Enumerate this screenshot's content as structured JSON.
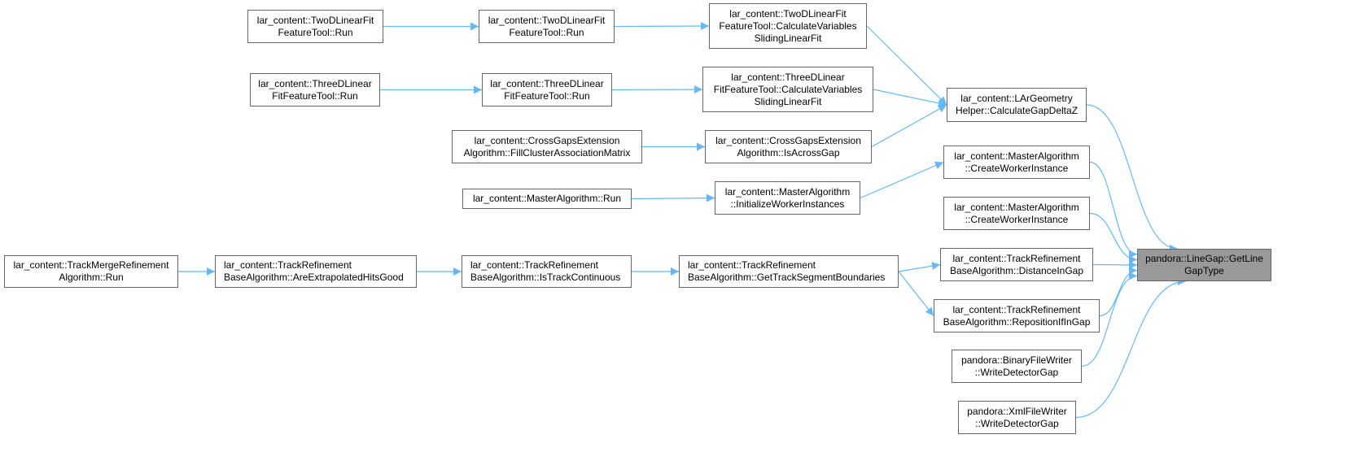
{
  "nodes": {
    "target": [
      "pandora::LineGap::GetLine",
      "GapType"
    ],
    "calcGapDeltaZ": [
      "lar_content::LArGeometry",
      "Helper::CalculateGapDeltaZ"
    ],
    "createWorker1": [
      "lar_content::MasterAlgorithm",
      "::CreateWorkerInstance"
    ],
    "createWorker2": [
      "lar_content::MasterAlgorithm",
      "::CreateWorkerInstance"
    ],
    "distanceInGap": [
      "lar_content::TrackRefinement",
      "BaseAlgorithm::DistanceInGap"
    ],
    "repositionIfInGap": [
      "lar_content::TrackRefinement",
      "BaseAlgorithm::RepositionIfInGap"
    ],
    "binaryWriteDetectorGap": [
      "pandora::BinaryFileWriter",
      "::WriteDetectorGap"
    ],
    "xmlWriteDetectorGap": [
      "pandora::XmlFileWriter",
      "::WriteDetectorGap"
    ],
    "twoDCalcVars": [
      "lar_content::TwoDLinearFit",
      "FeatureTool::CalculateVariables",
      "SlidingLinearFit"
    ],
    "threeDCalcVars": [
      "lar_content::ThreeDLinear",
      "FitFeatureTool::CalculateVariables",
      "SlidingLinearFit"
    ],
    "isAcrossGap": [
      "lar_content::CrossGapsExtension",
      "Algorithm::IsAcrossGap"
    ],
    "initWorkerInstances": [
      "lar_content::MasterAlgorithm",
      "::InitializeWorkerInstances"
    ],
    "getTrackSegmentBoundaries": [
      "lar_content::TrackRefinement",
      "BaseAlgorithm::GetTrackSegmentBoundaries"
    ],
    "twoDRun2": [
      "lar_content::TwoDLinearFit",
      "FeatureTool::Run"
    ],
    "twoDRun1": [
      "lar_content::TwoDLinearFit",
      "FeatureTool::Run"
    ],
    "threeDRun2": [
      "lar_content::ThreeDLinear",
      "FitFeatureTool::Run"
    ],
    "threeDRun1": [
      "lar_content::ThreeDLinear",
      "FitFeatureTool::Run"
    ],
    "fillClusterAssoc": [
      "lar_content::CrossGapsExtension",
      "Algorithm::FillClusterAssociationMatrix"
    ],
    "masterRun": [
      "lar_content::MasterAlgorithm::Run"
    ],
    "isTrackContinuous": [
      "lar_content::TrackRefinement",
      "BaseAlgorithm::IsTrackContinuous"
    ],
    "areExtrapolatedHitsGood": [
      "lar_content::TrackRefinement",
      "BaseAlgorithm::AreExtrapolatedHitsGood"
    ],
    "trackMergeRun": [
      "lar_content::TrackMergeRefinement",
      "Algorithm::Run"
    ]
  },
  "edges": [
    [
      "twoDRun1",
      "twoDRun2"
    ],
    [
      "twoDRun2",
      "twoDCalcVars"
    ],
    [
      "twoDCalcVars",
      "calcGapDeltaZ"
    ],
    [
      "threeDRun1",
      "threeDRun2"
    ],
    [
      "threeDRun2",
      "threeDCalcVars"
    ],
    [
      "threeDCalcVars",
      "calcGapDeltaZ"
    ],
    [
      "fillClusterAssoc",
      "isAcrossGap"
    ],
    [
      "isAcrossGap",
      "calcGapDeltaZ"
    ],
    [
      "masterRun",
      "initWorkerInstances"
    ],
    [
      "initWorkerInstances",
      "createWorker1"
    ],
    [
      "trackMergeRun",
      "areExtrapolatedHitsGood"
    ],
    [
      "areExtrapolatedHitsGood",
      "isTrackContinuous"
    ],
    [
      "isTrackContinuous",
      "getTrackSegmentBoundaries"
    ],
    [
      "getTrackSegmentBoundaries",
      "distanceInGap"
    ],
    [
      "getTrackSegmentBoundaries",
      "repositionIfInGap"
    ],
    [
      "calcGapDeltaZ",
      "target"
    ],
    [
      "createWorker1",
      "target"
    ],
    [
      "createWorker2",
      "target"
    ],
    [
      "distanceInGap",
      "target"
    ],
    [
      "repositionIfInGap",
      "target"
    ],
    [
      "binaryWriteDetectorGap",
      "target"
    ],
    [
      "xmlWriteDetectorGap",
      "target"
    ]
  ],
  "colors": {
    "edge": "#63b8ff",
    "node_border": "#666666",
    "focus_fill": "#999999"
  }
}
